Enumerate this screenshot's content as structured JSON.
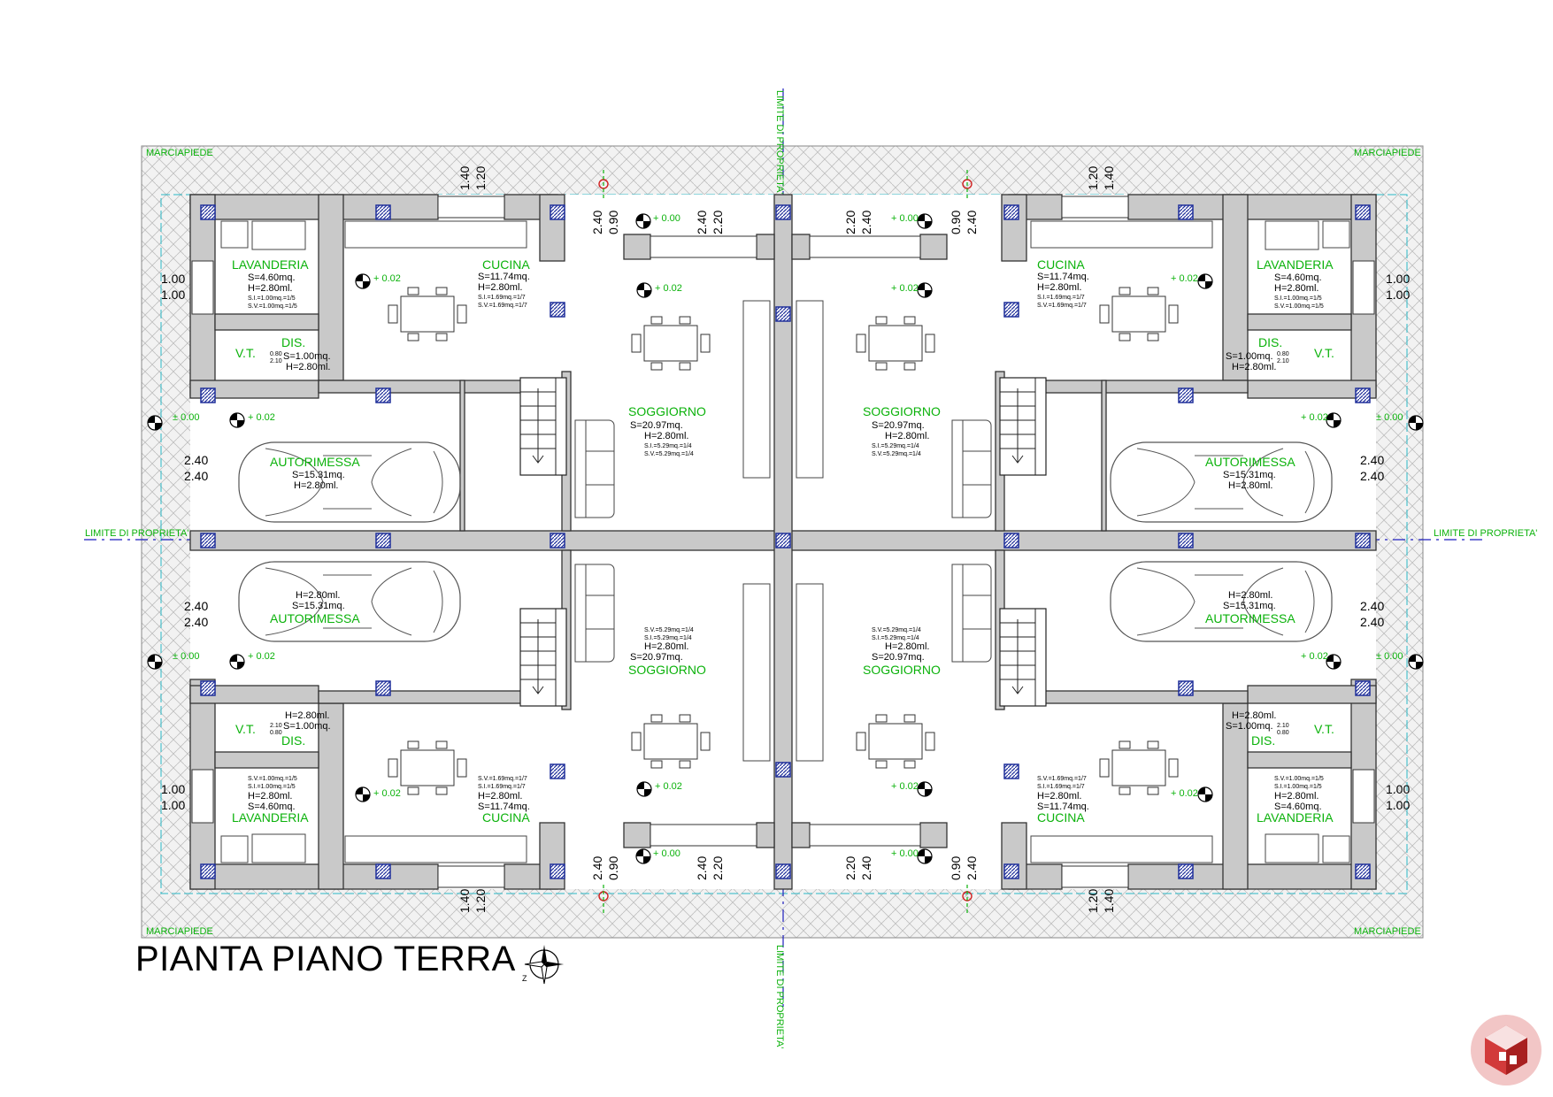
{
  "title": "PIANTA PIANO TERRA",
  "compass_label": "Z",
  "colors": {
    "label": "#0bb20b",
    "wall": "#c9c9c9",
    "column": "#1f2f9a",
    "dash": "#1e1ebe",
    "cyan": "#2ab8c6",
    "paving": "#dedede"
  },
  "boundary": {
    "top": "LIMITE DI PROPRIETA'",
    "bottom": "LIMITE DI PROPRIETA'",
    "left": "LIMITE DI PROPRIETA'",
    "right": "LIMITE DI PROPRIETA'"
  },
  "sidewalk": "MARCIAPIEDE",
  "rooms": {
    "lavanderia": {
      "name": "LAVANDERIA",
      "area": "S=4.60mq.",
      "height": "H=2.80ml.",
      "si": "S.I.=1.00mq.=1/5",
      "sv": "S.V.=1.00mq.=1/5"
    },
    "cucina": {
      "name": "CUCINA",
      "area": "S=11.74mq.",
      "height": "H=2.80ml.",
      "si": "S.I.=1.69mq.=1/7",
      "sv": "S.V.=1.69mq.=1/7"
    },
    "dis": {
      "name": "DIS.",
      "area": "S=1.00mq.",
      "height": "H=2.80ml."
    },
    "vt": "V.T.",
    "soggiorno": {
      "name": "SOGGIORNO",
      "area": "S=20.97mq.",
      "height": "H=2.80ml.",
      "si": "S.I.=5.29mq.=1/4",
      "sv": "S.V.=5.29mq.=1/4"
    },
    "autorimessa": {
      "name": "AUTORIMESSA",
      "area": "S=15.31mq.",
      "height": "H=2.80ml."
    }
  },
  "levels": {
    "plus002": "+ 0.02",
    "plus000": "+ 0.00",
    "zero": "± 0.00"
  },
  "dims": {
    "d140": "1.40",
    "d120": "1.20",
    "d100": "1.00",
    "d240": "2.40",
    "d220": "2.20",
    "d090": "0.90",
    "d080": "0.80",
    "d210": "2.10"
  }
}
